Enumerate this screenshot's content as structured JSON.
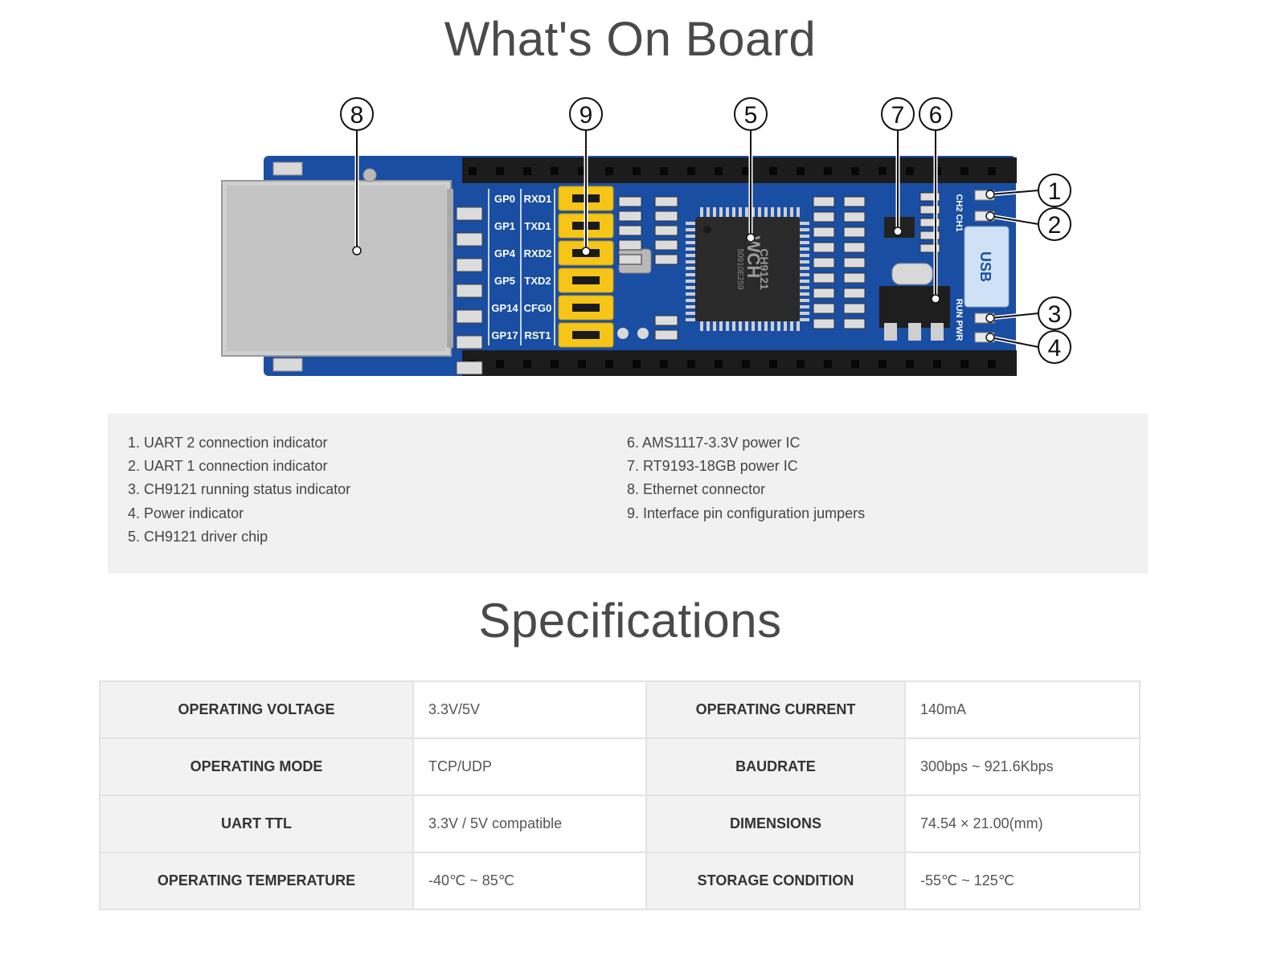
{
  "headings": {
    "whats_on_board": "What's On Board",
    "specifications": "Specifications"
  },
  "board": {
    "callouts": [
      "1",
      "2",
      "3",
      "4",
      "5",
      "6",
      "7",
      "8",
      "9"
    ],
    "pin_labels_left": [
      "GP0",
      "GP1",
      "GP4",
      "GP5",
      "GP14",
      "GP17"
    ],
    "pin_labels_right": [
      "RXD1",
      "TXD1",
      "RXD2",
      "TXD2",
      "CFG0",
      "RST1"
    ],
    "chip_brand": "WCH",
    "chip_model": "CH9121",
    "chip_code": "50910E259",
    "usb_label": "USB",
    "silk_ch": "CH2 CH1",
    "silk_status": "RUN PWR",
    "colors": {
      "pcb": "#1a4ea3",
      "jumper": "#f5c518",
      "header": "#1c1c1c"
    }
  },
  "legend": {
    "left": [
      "1. UART 2 connection indicator",
      "2. UART 1 connection indicator",
      "3. CH9121 running status indicator",
      "4. Power indicator",
      "5. CH9121 driver chip"
    ],
    "right": [
      "6. AMS1117-3.3V power IC",
      "7. RT9193-18GB power IC",
      "8. Ethernet connector",
      "9. Interface pin configuration jumpers"
    ]
  },
  "specs": [
    {
      "k1": "OPERATING VOLTAGE",
      "v1": "3.3V/5V",
      "k2": "OPERATING CURRENT",
      "v2": "140mA"
    },
    {
      "k1": "OPERATING MODE",
      "v1": "TCP/UDP",
      "k2": "BAUDRATE",
      "v2": "300bps ~ 921.6Kbps"
    },
    {
      "k1": "UART TTL",
      "v1": "3.3V / 5V compatible",
      "k2": "DIMENSIONS",
      "v2": "74.54 × 21.00(mm)"
    },
    {
      "k1": "OPERATING TEMPERATURE",
      "v1": "-40℃ ~ 85℃",
      "k2": "STORAGE CONDITION",
      "v2": "-55℃ ~ 125℃"
    }
  ]
}
